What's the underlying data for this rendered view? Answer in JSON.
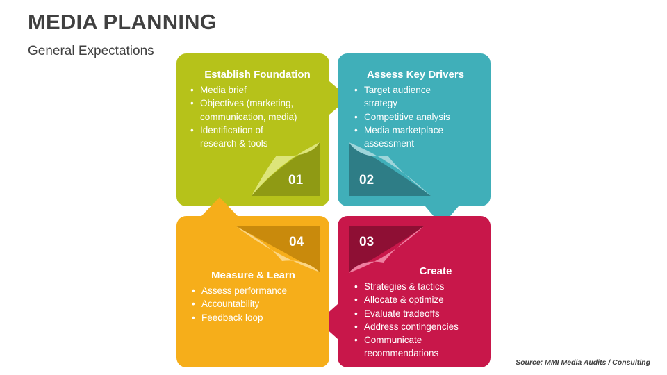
{
  "header": {
    "title": "MEDIA PLANNING",
    "subtitle": "General Expectations"
  },
  "source": "Source: MMI Media Audits / Consulting",
  "cards": [
    {
      "number": "01",
      "heading": "Establish Foundation",
      "color": "#B6C21A",
      "items": [
        "Media brief",
        "Objectives (marketing, communication, media)",
        "Identification of research & tools"
      ]
    },
    {
      "number": "02",
      "heading": "Assess Key Drivers",
      "color": "#40AFB9",
      "items": [
        "Target audience strategy",
        "Competitive analysis",
        "Media marketplace assessment"
      ]
    },
    {
      "number": "03",
      "heading": "Create",
      "color": "#C8174A",
      "items": [
        "Strategies & tactics",
        "Allocate & optimize",
        "Evaluate tradeoffs",
        "Address contingencies",
        "Communicate recommendations"
      ]
    },
    {
      "number": "04",
      "heading": "Measure & Learn",
      "color": "#F6AE1A",
      "items": [
        "Assess performance",
        "Accountability",
        "Feedback loop"
      ]
    }
  ]
}
